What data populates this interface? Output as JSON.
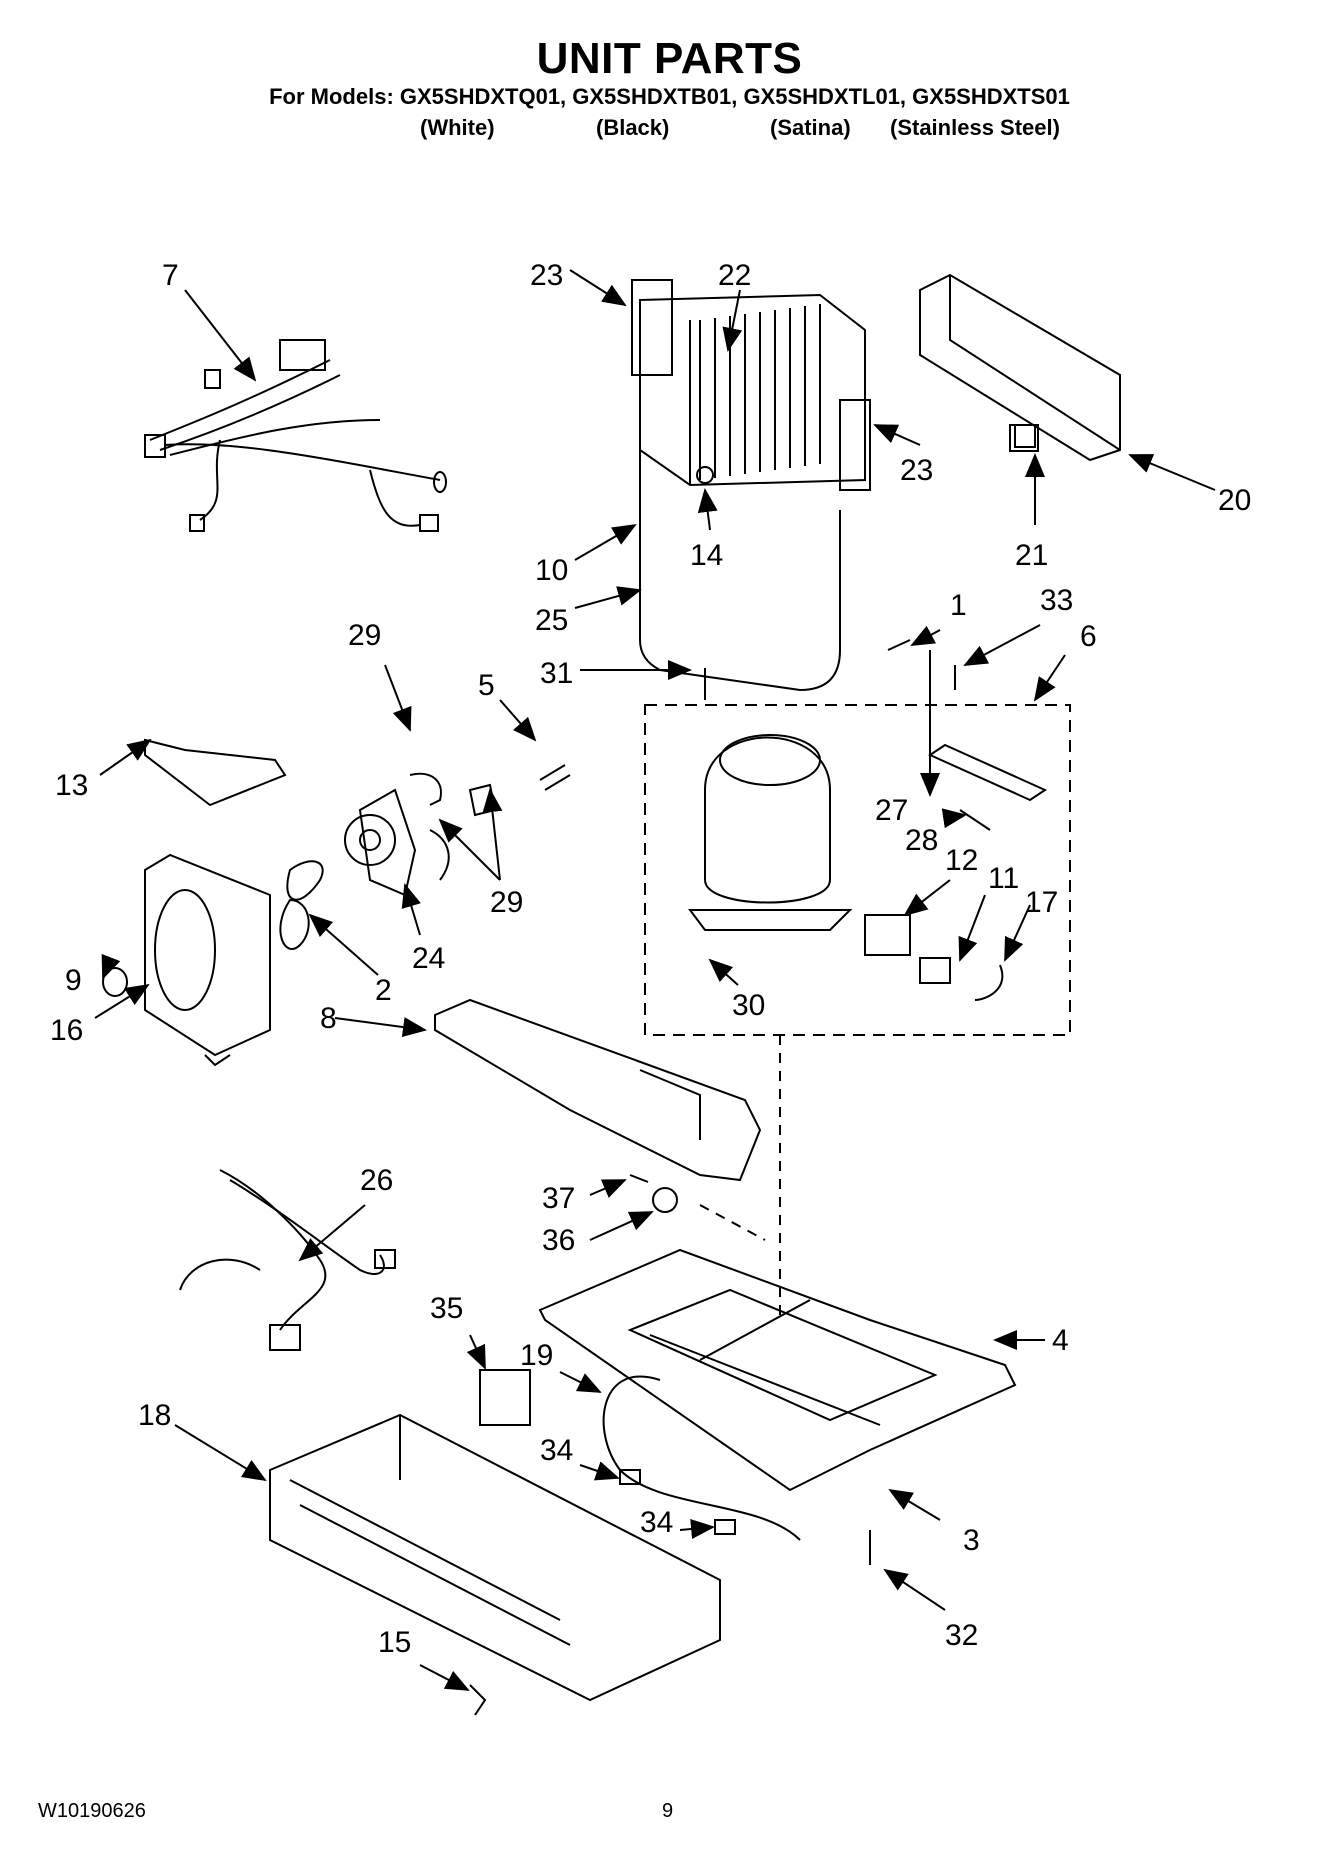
{
  "title": "UNIT PARTS",
  "models_line": "For Models: GX5SHDXTQ01, GX5SHDXTB01, GX5SHDXTL01, GX5SHDXTS01",
  "variants": [
    "(White)",
    "(Black)",
    "(Satina)",
    "(Stainless Steel)"
  ],
  "callouts": {
    "c1": "1",
    "c2": "2",
    "c3": "3",
    "c4": "4",
    "c5": "5",
    "c6": "6",
    "c7": "7",
    "c8": "8",
    "c9": "9",
    "c10": "10",
    "c11": "11",
    "c12": "12",
    "c13": "13",
    "c14": "14",
    "c15": "15",
    "c16": "16",
    "c17": "17",
    "c18": "18",
    "c19": "19",
    "c20": "20",
    "c21": "21",
    "c22": "22",
    "c23a": "23",
    "c23b": "23",
    "c24": "24",
    "c25": "25",
    "c26": "26",
    "c27": "27",
    "c28": "28",
    "c29a": "29",
    "c29b": "29",
    "c30": "30",
    "c31": "31",
    "c32": "32",
    "c33": "33",
    "c34a": "34",
    "c34b": "34",
    "c35": "35",
    "c36": "36",
    "c37": "37"
  },
  "footer": {
    "doc_number": "W10190626",
    "page_number": "9"
  }
}
